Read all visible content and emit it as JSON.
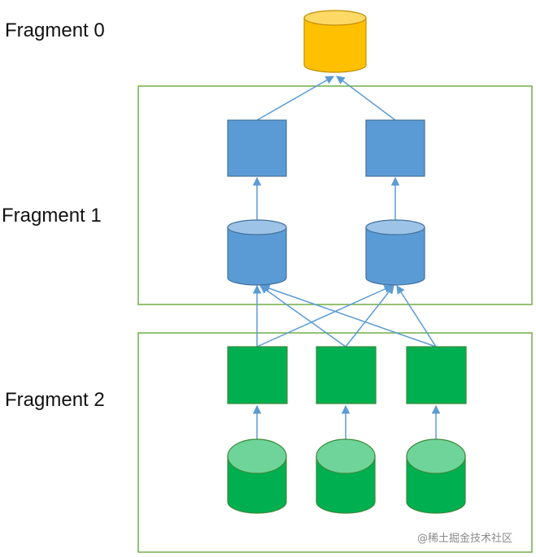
{
  "fragments": {
    "f0": {
      "label": "Fragment 0"
    },
    "f1": {
      "label": "Fragment 1"
    },
    "f2": {
      "label": "Fragment 2"
    }
  },
  "watermark": "@稀土掘金技术社区",
  "colors": {
    "box_border": "#70ad47",
    "arrow": "#5b9bd5",
    "yellow_fill": "#ffc000",
    "yellow_top": "#ffd966",
    "yellow_stroke": "#bf9000",
    "blue_fill": "#5b9bd5",
    "blue_top": "#9dc3e6",
    "blue_stroke": "#41719c",
    "green_fill": "#00b050",
    "green_top": "#6fd49a",
    "green_stroke": "#3a8a3a"
  }
}
